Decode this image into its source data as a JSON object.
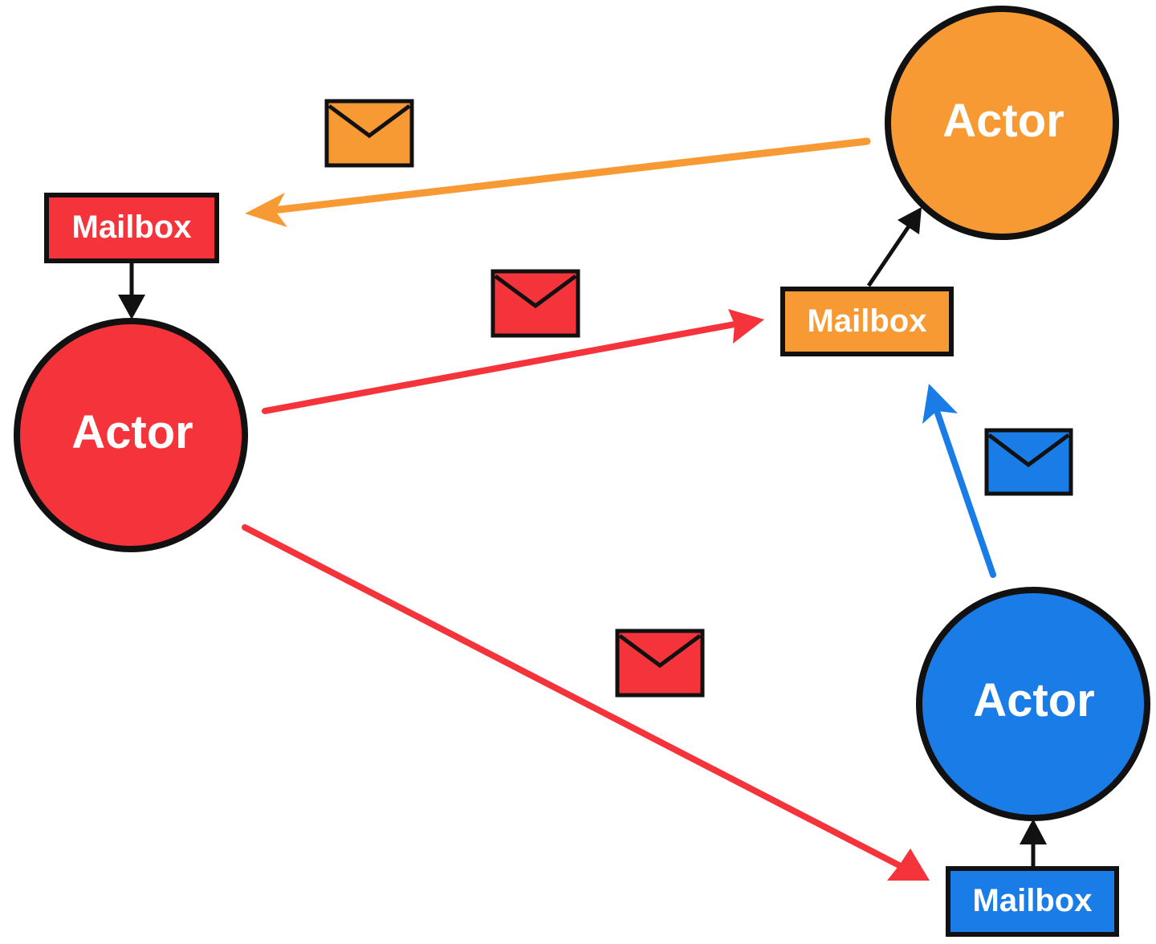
{
  "colors": {
    "red": "#f5333a",
    "orange": "#f89a33",
    "blue": "#1a7ce6",
    "outline": "#111111",
    "background": "#ffffff"
  },
  "actors": [
    {
      "id": "red",
      "label": "Actor",
      "color": "#f5333a"
    },
    {
      "id": "orange",
      "label": "Actor",
      "color": "#f89a33"
    },
    {
      "id": "blue",
      "label": "Actor",
      "color": "#1a7ce6"
    }
  ],
  "mailboxes": [
    {
      "id": "red",
      "label": "Mailbox",
      "color": "#f5333a"
    },
    {
      "id": "orange",
      "label": "Mailbox",
      "color": "#f89a33"
    },
    {
      "id": "blue",
      "label": "Mailbox",
      "color": "#1a7ce6"
    }
  ],
  "messages": [
    {
      "from": "orange-actor",
      "to": "red-mailbox",
      "color": "#f89a33",
      "icon": "envelope-icon"
    },
    {
      "from": "red-actor",
      "to": "orange-mailbox",
      "color": "#f5333a",
      "icon": "envelope-icon"
    },
    {
      "from": "red-actor",
      "to": "blue-mailbox",
      "color": "#f5333a",
      "icon": "envelope-icon"
    },
    {
      "from": "blue-actor",
      "to": "orange-mailbox",
      "color": "#1a7ce6",
      "icon": "envelope-icon"
    }
  ],
  "deliveries": [
    {
      "from": "red-mailbox",
      "to": "red-actor"
    },
    {
      "from": "orange-mailbox",
      "to": "orange-actor"
    },
    {
      "from": "blue-mailbox",
      "to": "blue-actor"
    }
  ]
}
